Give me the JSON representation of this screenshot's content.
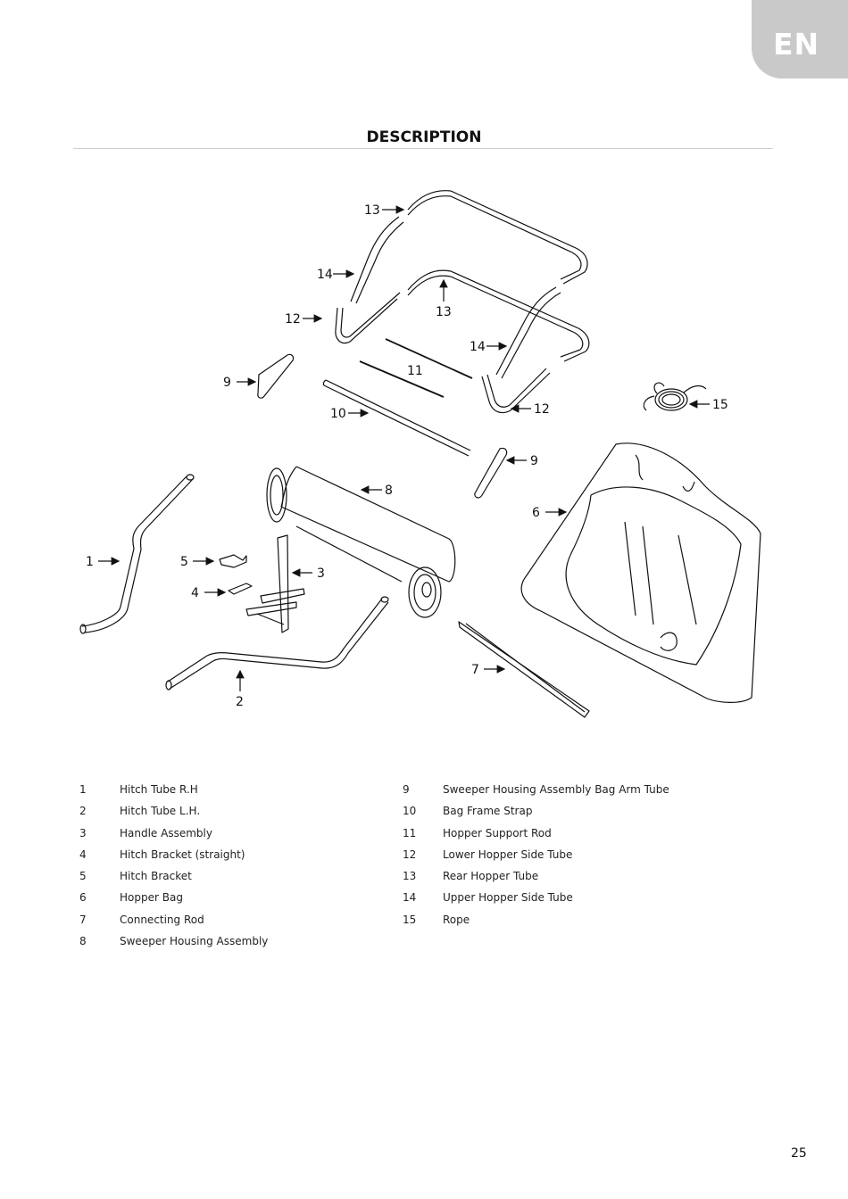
{
  "language_tab": "EN",
  "title": "DESCRIPTION",
  "page_number": "25",
  "callouts": {
    "c1": "1",
    "c2": "2",
    "c3": "3",
    "c4": "4",
    "c5": "5",
    "c6": "6",
    "c7": "7",
    "c8": "8",
    "c9a": "9",
    "c9b": "9",
    "c10": "10",
    "c11": "11",
    "c12a": "12",
    "c12b": "12",
    "c13a": "13",
    "c13b": "13",
    "c14a": "14",
    "c14b": "14",
    "c15": "15"
  },
  "parts_left": [
    {
      "num": "1",
      "name": "Hitch Tube R.H"
    },
    {
      "num": "2",
      "name": "Hitch Tube L.H."
    },
    {
      "num": "3",
      "name": "Handle Assembly"
    },
    {
      "num": "4",
      "name": "Hitch Bracket (straight)"
    },
    {
      "num": "5",
      "name": "Hitch Bracket"
    },
    {
      "num": "6",
      "name": "Hopper Bag"
    },
    {
      "num": "7",
      "name": "Connecting Rod"
    },
    {
      "num": "8",
      "name": "Sweeper Housing Assembly"
    }
  ],
  "parts_right": [
    {
      "num": "9",
      "name": "Sweeper Housing Assembly Bag Arm Tube"
    },
    {
      "num": "10",
      "name": "Bag Frame Strap"
    },
    {
      "num": "11",
      "name": "Hopper Support Rod"
    },
    {
      "num": "12",
      "name": "Lower Hopper Side Tube"
    },
    {
      "num": "13",
      "name": "Rear Hopper Tube"
    },
    {
      "num": "14",
      "name": "Upper Hopper Side Tube"
    },
    {
      "num": "15",
      "name": "Rope"
    }
  ]
}
